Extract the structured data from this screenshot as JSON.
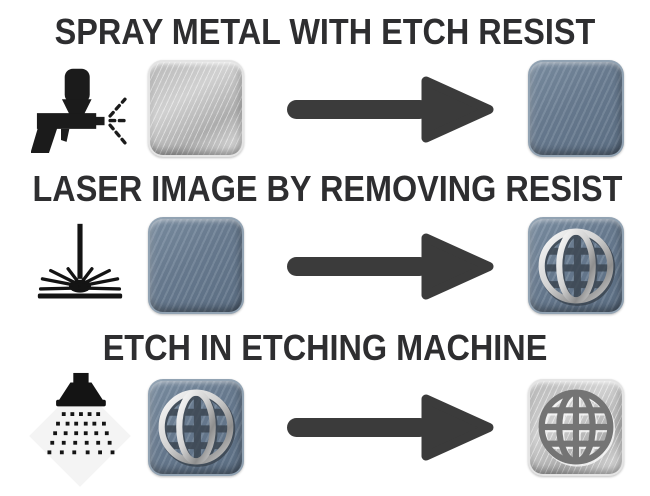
{
  "diagram_name": "metal-etching-process",
  "colors": {
    "background": "#ffffff",
    "title_text": "#2e2e30",
    "arrow": "#3b3b3b",
    "icon_black": "#1b1b1b",
    "plate_blue": "#697c91",
    "plate_silver": "#cfcfcf",
    "globe_silver": "#d2d2d2",
    "globe_etched": "#747474"
  },
  "steps": [
    {
      "title": "SPRAY METAL WITH ETCH RESIST",
      "tool_icon": "spray-gun-icon",
      "before_plate": "bare-brushed-metal-plate",
      "after_plate": "resist-coated-blue-plate",
      "arrow_icon": "right-arrow-icon"
    },
    {
      "title": "LASER IMAGE BY REMOVING RESIST",
      "tool_icon": "laser-beam-icon",
      "before_plate": "resist-coated-blue-plate",
      "after_plate": "blue-plate-with-silver-globe-image",
      "arrow_icon": "right-arrow-icon"
    },
    {
      "title": "ETCH IN ETCHING MACHINE",
      "tool_icon": "etchant-spray-shower-icon",
      "before_plate": "blue-plate-with-silver-globe-image",
      "after_plate": "etched-silver-plate-with-globe",
      "arrow_icon": "right-arrow-icon"
    }
  ]
}
